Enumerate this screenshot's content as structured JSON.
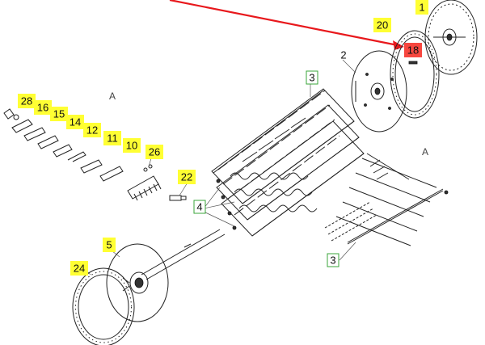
{
  "callouts": [
    {
      "id": "c1",
      "text": "1",
      "style": "yellow"
    },
    {
      "id": "c20",
      "text": "20",
      "style": "yellow"
    },
    {
      "id": "c18",
      "text": "18",
      "style": "red"
    },
    {
      "id": "c2",
      "text": "2",
      "style": "plain"
    },
    {
      "id": "c3a",
      "text": "3",
      "style": "green"
    },
    {
      "id": "c3b",
      "text": "3",
      "style": "green"
    },
    {
      "id": "c4",
      "text": "4",
      "style": "green"
    },
    {
      "id": "c28",
      "text": "28",
      "style": "yellow"
    },
    {
      "id": "c16",
      "text": "16",
      "style": "yellow"
    },
    {
      "id": "c15",
      "text": "15",
      "style": "yellow"
    },
    {
      "id": "c14",
      "text": "14",
      "style": "yellow"
    },
    {
      "id": "c12",
      "text": "12",
      "style": "yellow"
    },
    {
      "id": "c11",
      "text": "11",
      "style": "yellow"
    },
    {
      "id": "c10",
      "text": "10",
      "style": "yellow"
    },
    {
      "id": "c26",
      "text": "26",
      "style": "yellow"
    },
    {
      "id": "c22",
      "text": "22",
      "style": "yellow"
    },
    {
      "id": "c5",
      "text": "5",
      "style": "yellow"
    },
    {
      "id": "c24",
      "text": "24",
      "style": "yellow"
    }
  ],
  "section_letters": [
    {
      "id": "A1",
      "text": "A"
    },
    {
      "id": "A2",
      "text": "A"
    }
  ],
  "colors": {
    "yellow": "#ffff33",
    "red": "#f7473f",
    "green_border": "#3aa63a",
    "arrow": "#e8181c",
    "line": "#222222"
  }
}
